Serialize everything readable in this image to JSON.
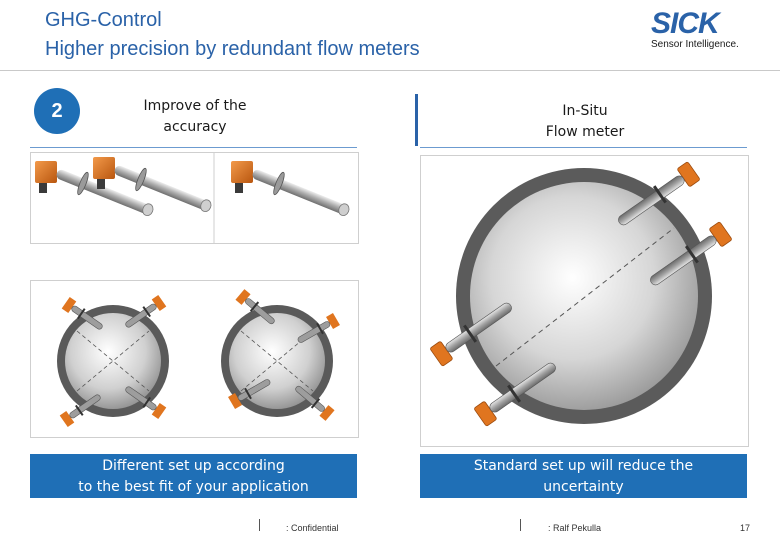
{
  "header": {
    "title_line1": "GHG-Control",
    "title_line2": "Higher precision by redundant flow meters",
    "logo_word": "SICK",
    "logo_tagline": "Sensor Intelligence."
  },
  "step_number": "2",
  "left": {
    "title_line1": "Improve of the",
    "title_line2": "accuracy",
    "banner_line1": "Different set up according",
    "banner_line2": "to the best fit of your application"
  },
  "right": {
    "title_line1": "In-Situ",
    "title_line2": "Flow meter",
    "banner_line1": "Standard set up will reduce the",
    "banner_line2": "uncertainty"
  },
  "footer": {
    "confidential": ": Confidential",
    "author": ": Ralf Pekulla",
    "page": "17"
  },
  "colors": {
    "accent_blue": "#1f6fb6",
    "title_blue": "#2a62a8",
    "probe_orange": "#e0751f"
  }
}
